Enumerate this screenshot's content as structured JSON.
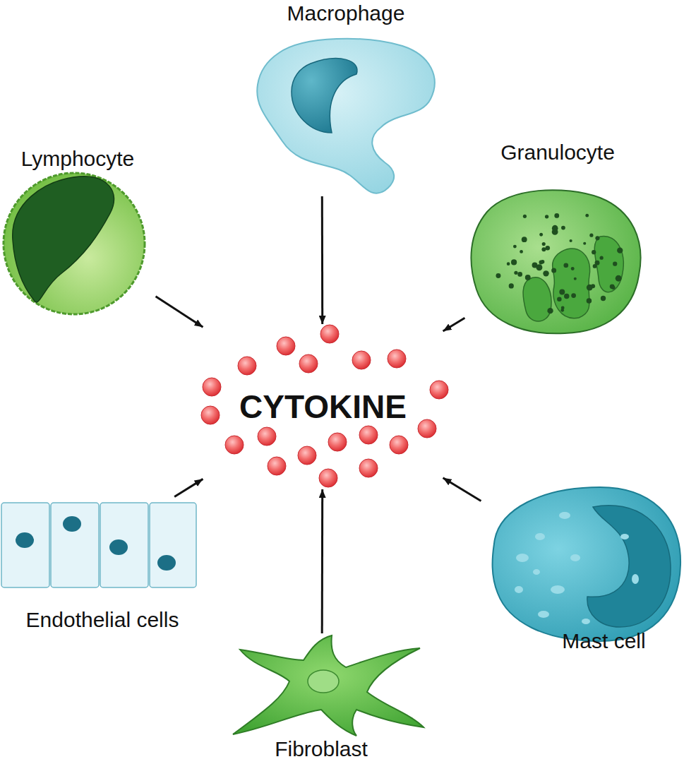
{
  "diagram": {
    "nodes": [
      {
        "text": [
          "Macrophage"
        ]
      },
      {
        "text": [
          "Lymphocyte"
        ]
      },
      {
        "text": [
          "Granulocyte"
        ]
      },
      {
        "text": [
          "CYTOKINE"
        ]
      },
      {
        "text": [
          "Endothelial cells"
        ]
      },
      {
        "text": [
          "Mast cell"
        ]
      },
      {
        "text": [
          "Fibroblast"
        ]
      }
    ],
    "edges": [
      {
        "from": 0,
        "to": 3,
        "arrow": "to"
      },
      {
        "from": 1,
        "to": 3,
        "arrow": "to"
      },
      {
        "from": 2,
        "to": 3,
        "arrow": "to"
      },
      {
        "from": 4,
        "to": 3,
        "arrow": "to"
      },
      {
        "from": 5,
        "to": 3,
        "arrow": "to"
      },
      {
        "from": 6,
        "to": 3,
        "arrow": "to"
      }
    ]
  }
}
